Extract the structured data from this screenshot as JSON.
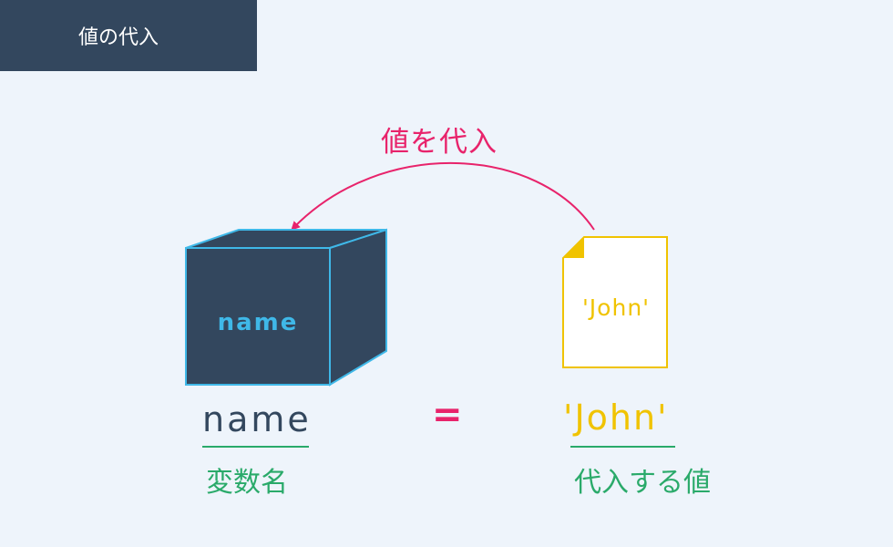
{
  "header": {
    "title": "値の代入"
  },
  "diagram": {
    "arrow_label": "値を代入",
    "box_label": "name",
    "doc_label": "'John'",
    "variable": "name",
    "operator": "=",
    "value": "'John'",
    "variable_caption": "変数名",
    "value_caption": "代入する値"
  },
  "colors": {
    "header_bg": "#33475e",
    "background": "#eef4fb",
    "box_fill": "#33475e",
    "box_stroke": "#3fb8e8",
    "accent_pink": "#e8236b",
    "value_yellow": "#f0c300",
    "caption_green": "#2aaa6a"
  }
}
